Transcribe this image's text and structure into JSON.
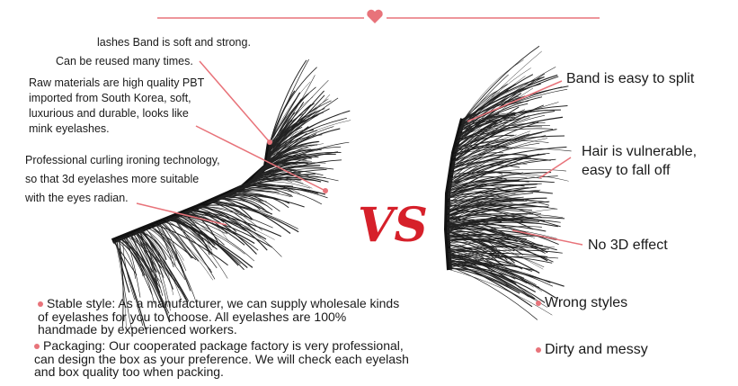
{
  "colors": {
    "accent": "#e8737a",
    "vs": "#d6202a"
  },
  "vs_text": "VS",
  "left": {
    "notes": [
      "lashes Band is soft and strong.",
      "Can be reused many times.",
      "Raw materials are high quality PBT",
      "imported from South Korea, soft,",
      "luxurious and durable, looks like",
      "mink eyelashes.",
      "Professional curling ironing technology,",
      "so that 3d eyelashes more suitable",
      "with the eyes radian."
    ],
    "bullets": [
      "Stable style: As a manufacturer, we can supply wholesale kinds of  eyelashes for you to choose. All eyelashes are 100% handmade by experienced workers.",
      "Packaging: Our cooperated package factory is very professional, can design the box as your preference. We will check each eyelash and box quality too when packing."
    ]
  },
  "right": {
    "notes": [
      "Band is easy to split",
      "Hair is vulnerable,",
      "easy to fall off",
      "No 3D effect"
    ],
    "bullets": [
      "Wrong styles",
      "Dirty and messy"
    ]
  }
}
